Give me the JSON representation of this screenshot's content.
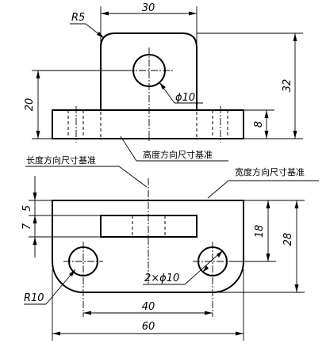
{
  "front_view": {
    "dim_width_30": "30",
    "dim_radius_r5": "R5",
    "dim_hole_phi10": "ϕ10",
    "dim_height_32": "32",
    "dim_hole_center_20": "20",
    "dim_base_thickness_8": "8",
    "note_height_datum": "高度方向尺寸基准"
  },
  "top_view": {
    "note_length_datum": "长度方向尺寸基准",
    "note_width_datum": "宽度方向尺寸基准",
    "dim_5": "5",
    "dim_7": "7",
    "dim_18": "18",
    "dim_28": "28",
    "dim_r10": "R10",
    "dim_holes": "2×ϕ10",
    "dim_40": "40",
    "dim_60": "60"
  }
}
